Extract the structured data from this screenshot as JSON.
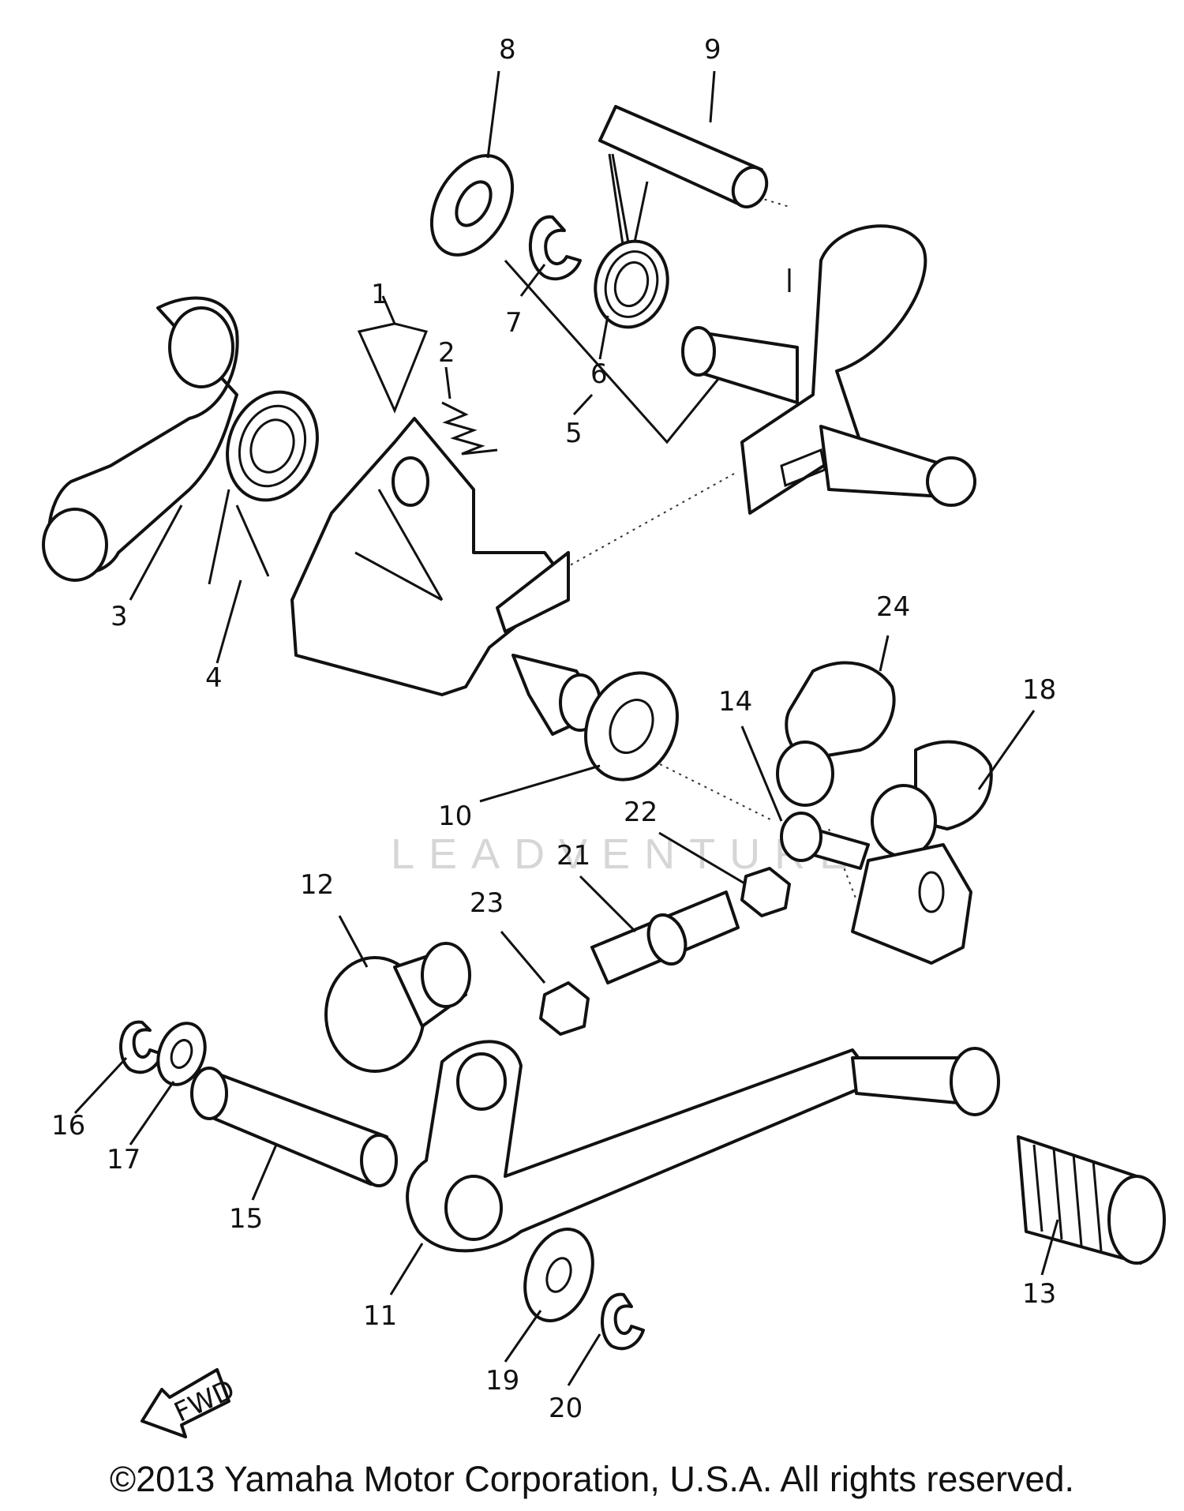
{
  "callouts": [
    "1",
    "2",
    "3",
    "4",
    "5",
    "6",
    "7",
    "8",
    "9",
    "10",
    "11",
    "12",
    "13",
    "14",
    "15",
    "16",
    "17",
    "18",
    "19",
    "20",
    "21",
    "22",
    "23",
    "24"
  ],
  "arrow_label": "FWD",
  "watermark": "LEADVENTURE",
  "copyright": "©2013 Yamaha Motor Corporation, U.S.A. All rights reserved.",
  "colors": {
    "line": "#111111",
    "background": "#ffffff",
    "watermark": "#d6d6d6"
  }
}
